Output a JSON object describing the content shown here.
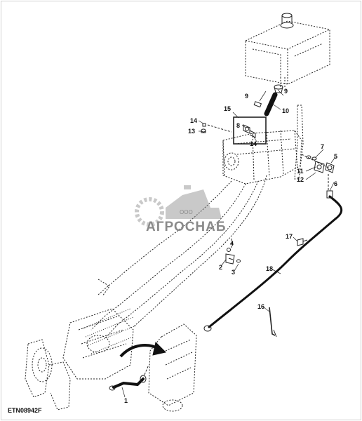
{
  "drawing": {
    "reference": "ETN08942F",
    "callouts": [
      {
        "id": "c1",
        "label": "1"
      },
      {
        "id": "c2",
        "label": "2"
      },
      {
        "id": "c3",
        "label": "3"
      },
      {
        "id": "c4",
        "label": "4"
      },
      {
        "id": "c5",
        "label": "5"
      },
      {
        "id": "c6",
        "label": "6"
      },
      {
        "id": "c7",
        "label": "7"
      },
      {
        "id": "c8",
        "label": "8"
      },
      {
        "id": "c9a",
        "label": "9"
      },
      {
        "id": "c9b",
        "label": "9"
      },
      {
        "id": "c10",
        "label": "10"
      },
      {
        "id": "c11",
        "label": "11"
      },
      {
        "id": "c12",
        "label": "12"
      },
      {
        "id": "c13",
        "label": "13"
      },
      {
        "id": "c14a",
        "label": "14"
      },
      {
        "id": "c14b",
        "label": "14"
      },
      {
        "id": "c15",
        "label": "15"
      },
      {
        "id": "c16",
        "label": "16"
      },
      {
        "id": "c17",
        "label": "17"
      },
      {
        "id": "c18",
        "label": "18"
      }
    ]
  },
  "watermark": {
    "company_prefix": "ООО",
    "company_name": "АГРОСНАБ"
  },
  "colors": {
    "line": "#222222",
    "hose": "#111111",
    "watermark": "#8a8a8a",
    "frame": "#d0d0d0"
  }
}
